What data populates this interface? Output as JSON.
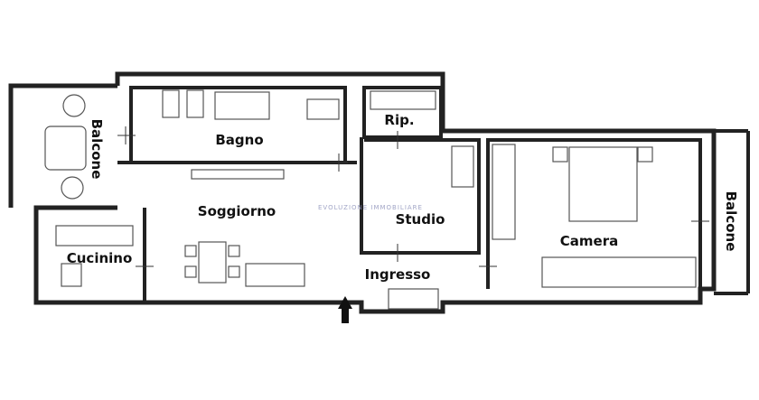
{
  "rooms": {
    "bagno": "Bagno",
    "rip": "Rip.",
    "studio": "Studio",
    "soggiorno": "Soggiorno",
    "cucinino": "Cucinino",
    "ingresso": "Ingresso",
    "camera": "Camera",
    "balcone_left": "Balcone",
    "balcone_right": "Balcone"
  },
  "watermark": "EVOLUZIONE IMMOBILIARE",
  "colors": {
    "wall": "#222222",
    "watermark": "#8a8fb8"
  }
}
